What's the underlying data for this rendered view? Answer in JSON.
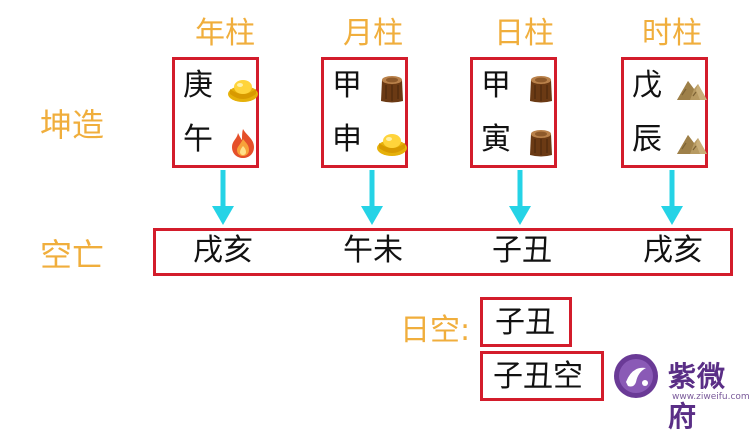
{
  "headers": [
    "年柱",
    "月柱",
    "日柱",
    "时柱"
  ],
  "row_labels": {
    "main": "坤造",
    "kongwang": "空亡"
  },
  "pillars": [
    {
      "stem": "庚",
      "branch": "午",
      "stem_icon": "gold-ingot-icon",
      "branch_icon": "fire-icon"
    },
    {
      "stem": "甲",
      "branch": "申",
      "stem_icon": "wood-stump-icon",
      "branch_icon": "gold-ingot-icon"
    },
    {
      "stem": "甲",
      "branch": "寅",
      "stem_icon": "wood-stump-icon",
      "branch_icon": "wood-stump-icon"
    },
    {
      "stem": "戊",
      "branch": "辰",
      "stem_icon": "earth-mound-icon",
      "branch_icon": "earth-mound-icon"
    }
  ],
  "kongwang": [
    "戌亥",
    "午未",
    "子丑",
    "戌亥"
  ],
  "rikong": {
    "label": "日空:",
    "value": "子丑",
    "result": "子丑空"
  },
  "logo": {
    "name": "紫微府",
    "url": "www.ziweifu.com"
  },
  "colors": {
    "label_orange": "#F0AE3C",
    "box_red": "#D31C2B",
    "arrow_cyan": "#25D3E6",
    "logo_purple": "#5A2E86"
  }
}
